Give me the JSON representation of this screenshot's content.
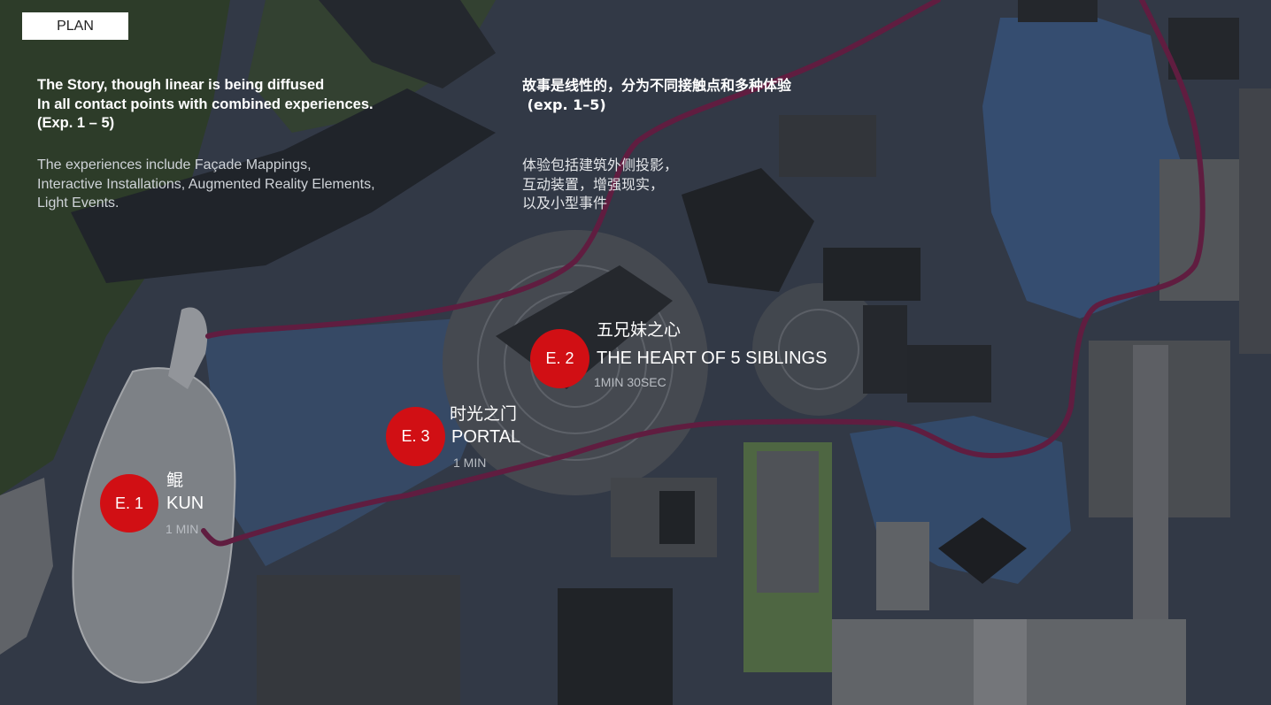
{
  "plan_label": "PLAN",
  "story": {
    "en_lines": [
      "The Story, though linear is being diffused",
      "In all contact points with combined experiences.",
      "(Exp. 1 – 5)"
    ],
    "cn_lines": [
      "故事是线性的，分为不同接触点和多种体验",
      " (exp. 1–5)"
    ]
  },
  "experiences_text": {
    "en_lines": [
      "The experiences include Façade Mappings,",
      "Interactive Installations, Augmented Reality Elements,",
      "Light Events."
    ],
    "cn_lines": [
      "体验包括建筑外侧投影，",
      "互动装置，增强现实，",
      "以及小型事件"
    ]
  },
  "markers": [
    {
      "id": "E. 1",
      "name_cn": "鲲",
      "name_en": "KUN",
      "duration": "1 MIN"
    },
    {
      "id": "E. 2",
      "name_cn": "五兄妹之心",
      "name_en": "THE HEART OF 5 SIBLINGS",
      "duration": "1MIN 30SEC"
    },
    {
      "id": "E. 3",
      "name_cn": "时光之门",
      "name_en": "PORTAL",
      "duration": "1 MIN"
    }
  ],
  "colors": {
    "marker_red": "#d10f14",
    "route_purple": "#6e2149",
    "water_blue": "#3f5b82",
    "plaza_gray": "#5d6168",
    "vegetation_green": "#3d5a34",
    "roof_dark": "#23262b"
  }
}
